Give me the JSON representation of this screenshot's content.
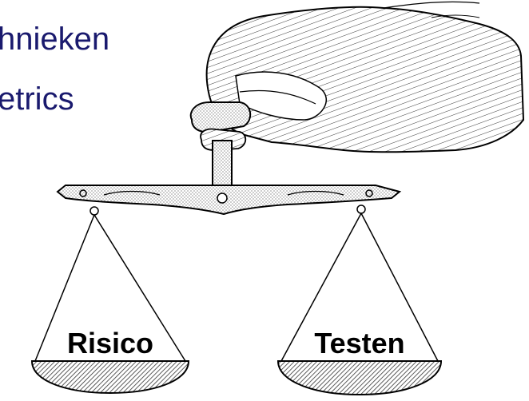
{
  "slide": {
    "bullets": [
      "hnieken",
      "etrics"
    ],
    "text_color": "#1a1a6e"
  },
  "illustration": {
    "name": "hand-holding-balance-scale",
    "left_pan_label": "Risico",
    "right_pan_label": "Testen"
  }
}
